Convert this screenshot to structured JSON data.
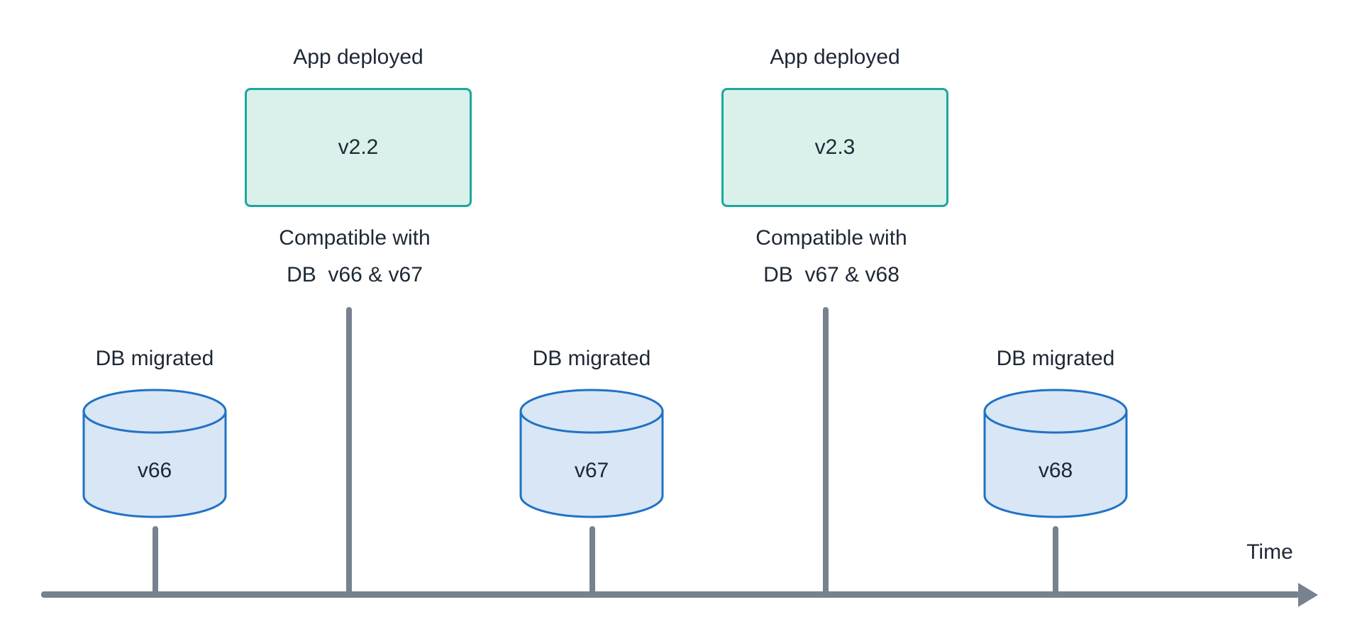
{
  "diagram": {
    "time_axis_label": "Time",
    "colors": {
      "app_box_fill": "#daf0eb",
      "app_box_border": "#1ca89c",
      "db_fill": "#d8e6f6",
      "db_stroke": "#2272c3",
      "line_gray": "#76828e",
      "text": "#1e2835"
    },
    "app_deployments": [
      {
        "event_label": "App deployed",
        "version": "v2.2",
        "compatibility_line1": "Compatible with",
        "compatibility_line2": "DB  v66 & v67"
      },
      {
        "event_label": "App deployed",
        "version": "v2.3",
        "compatibility_line1": "Compatible with",
        "compatibility_line2": "DB  v67 & v68"
      }
    ],
    "db_migrations": [
      {
        "event_label": "DB migrated",
        "version": "v66"
      },
      {
        "event_label": "DB migrated",
        "version": "v67"
      },
      {
        "event_label": "DB migrated",
        "version": "v68"
      }
    ]
  }
}
